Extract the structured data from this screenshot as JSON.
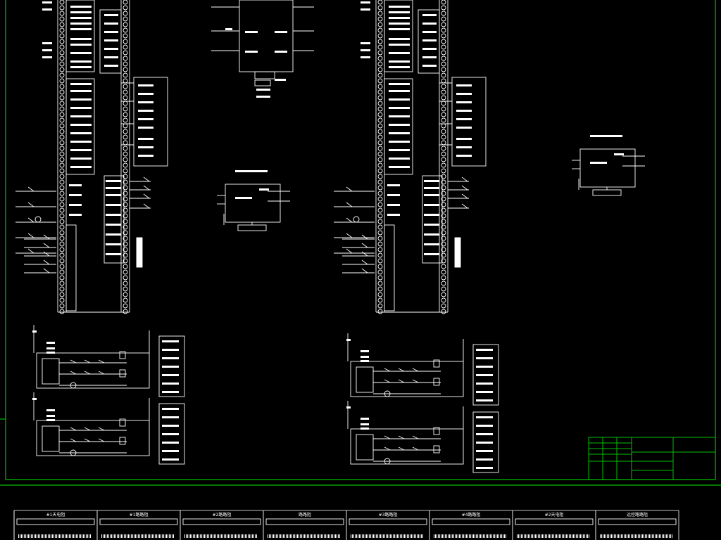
{
  "colors": {
    "background": "#000000",
    "line": "#ffffff",
    "frame": "#00c000",
    "title_block": "#00c000"
  },
  "drawing": {
    "kind": "electrical schematic",
    "bottom_strip": {
      "labels": [
        "#1天电阻",
        "#1路路阻",
        "#2路路阻",
        "路路阻",
        "#3路路阻",
        "#4路路阻",
        "#2天电阻",
        "远控路路阻"
      ]
    }
  }
}
